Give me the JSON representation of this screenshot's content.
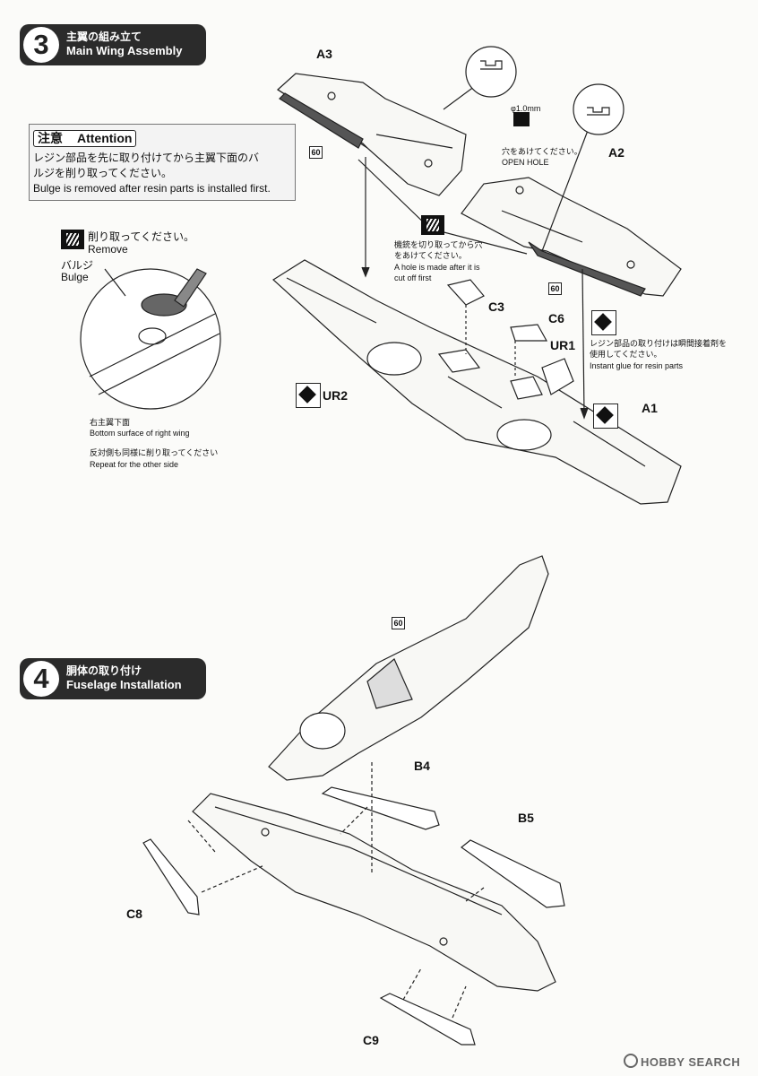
{
  "step3": {
    "number": "3",
    "title_jp": "主翼の組み立て",
    "title_en": "Main Wing Assembly"
  },
  "attention": {
    "title_jp": "注意",
    "title_en": "Attention",
    "text_jp": "レジン部品を先に取り付けてから主翼下面のバルジを削り取ってください。",
    "text_jp_line1": "レジン部品を先に取り付けてから主翼下面のバ",
    "text_jp_line2": "ルジを削り取ってください。",
    "text_en": "Bulge is removed after resin parts is installed first."
  },
  "remove_note": {
    "jp": "削り取ってください。",
    "en": "Remove",
    "bulge_jp": "バルジ",
    "bulge_en": "Bulge"
  },
  "detail_note": {
    "jp1": "右主翼下面",
    "en1": "Bottom surface of right wing",
    "jp2": "反対側も同様に削り取ってください",
    "en2": "Repeat for the other side"
  },
  "hole_note": {
    "size": "φ1.0mm",
    "jp": "穴をあけてください。",
    "en": "OPEN HOLE"
  },
  "cut_note": {
    "jp1": "機銃を切り取ってから穴",
    "jp2": "をあけてください。",
    "en1": "A hole is made after it is",
    "en2": "cut off first"
  },
  "glue_note": {
    "jp1": "レジン部品の取り付けは瞬間接着剤を",
    "jp2": "使用してください。",
    "en": "Instant glue for resin parts"
  },
  "parts": {
    "a1": "A1",
    "a2": "A2",
    "a3": "A3",
    "c3": "C3",
    "c6": "C6",
    "ur1": "UR1",
    "ur2": "UR2",
    "b4": "B4",
    "b5": "B5",
    "c8": "C8",
    "c9": "C9"
  },
  "paint_code": "60",
  "step4": {
    "number": "4",
    "title_jp": "胴体の取り付け",
    "title_en": "Fuselage Installation"
  },
  "watermark": "HOBBY SEARCH"
}
